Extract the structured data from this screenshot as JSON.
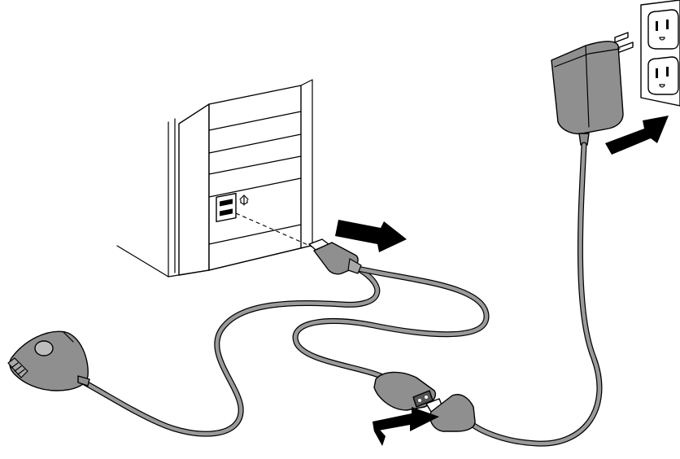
{
  "diagram": {
    "components": [
      "computer",
      "usb-port",
      "usb-plug",
      "y-cable",
      "cradle",
      "cable-connector",
      "power-adapter",
      "wall-outlet"
    ],
    "symbols": {
      "usb": "usb-icon"
    },
    "arrows": [
      "arrow-insert-usb",
      "arrow-plug-adapter",
      "arrow-join-connectors"
    ],
    "colors": {
      "device_fill": "#8f8f8f",
      "cable": "#9a9a9a",
      "outline": "#000000",
      "background": "#ffffff"
    }
  }
}
